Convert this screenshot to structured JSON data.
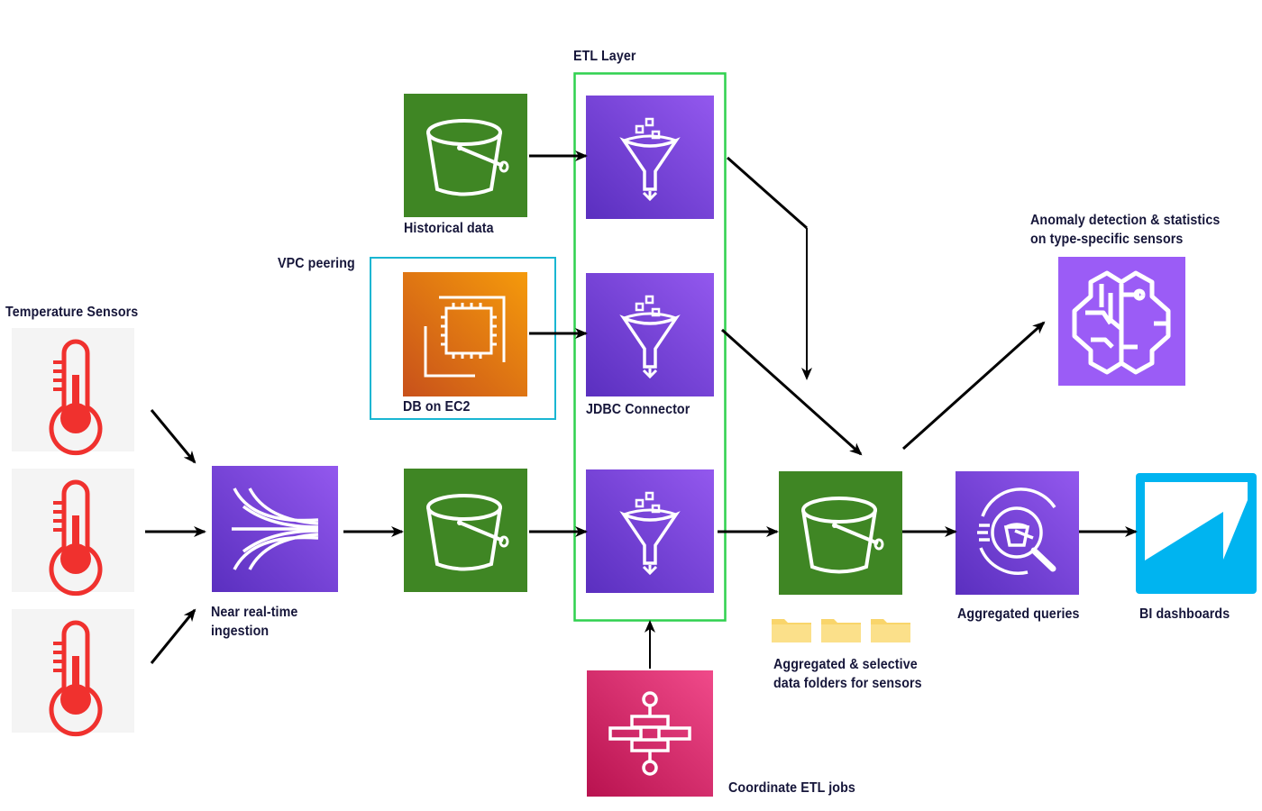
{
  "labels": {
    "etl_layer": "ETL Layer",
    "temperature_sensors": "Temperature Sensors",
    "vpc_peering": "VPC peering",
    "historical_data": "Historical data",
    "db_on_ec2": "DB on EC2",
    "jdbc_connector": "JDBC Connector",
    "near_real_time": "Near real-time\ningestion",
    "coordinate_etl": "Coordinate ETL jobs",
    "aggregated_folders": "Aggregated & selective\ndata folders for sensors",
    "aggregated_queries": "Aggregated queries",
    "bi_dashboards": "BI dashboards",
    "anomaly_detection": "Anomaly detection & statistics\non type-specific sensors"
  },
  "icons": {
    "sensor": "thermometer-icon",
    "ingestion": "kinesis-stream-icon",
    "storage": "s3-bucket-icon",
    "database": "ec2-chip-icon",
    "etl": "glue-funnel-icon",
    "orchestration": "step-functions-icon",
    "query": "athena-search-icon",
    "dashboard": "quicksight-icon",
    "ml": "sagemaker-brain-icon",
    "folder": "folder-icon"
  },
  "colors": {
    "s3": "#3f8624",
    "purple": "#6a3fd0",
    "ec2": "#e8700e",
    "step": "#d6316d",
    "quicksight": "#00b4f0",
    "sagemaker": "#9b5cf6",
    "etl_border": "#2fd14e",
    "vpc_border": "#19b6d2",
    "thermo": "#f0312e",
    "folder": "#f9d56b"
  }
}
